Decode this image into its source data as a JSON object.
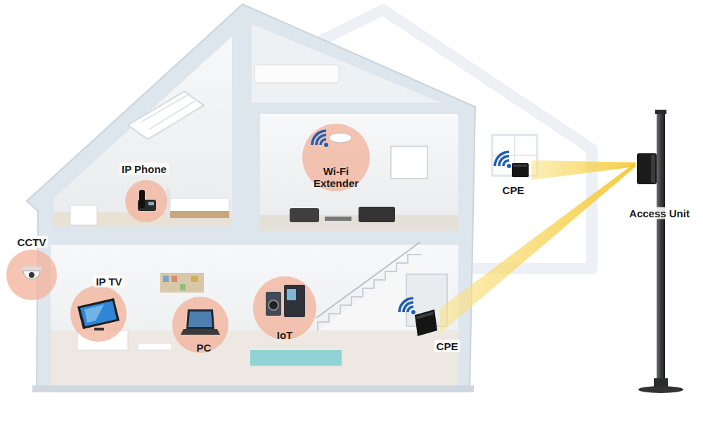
{
  "diagram": {
    "nodes": [
      {
        "text": [
          "IP Phone"
        ]
      },
      {
        "text": [
          "Wi-Fi Extender"
        ]
      },
      {
        "text": [
          "CPE"
        ]
      },
      {
        "text": [
          "Access Unit"
        ]
      },
      {
        "text": [
          "CCTV"
        ]
      },
      {
        "text": [
          "IP TV"
        ]
      },
      {
        "text": [
          "PC"
        ]
      },
      {
        "text": [
          "IoT"
        ]
      },
      {
        "text": [
          "CPE"
        ]
      }
    ],
    "edges": [
      {
        "from": 3,
        "to": 2,
        "arrow": "none"
      },
      {
        "from": 3,
        "to": 8,
        "arrow": "none"
      }
    ]
  }
}
